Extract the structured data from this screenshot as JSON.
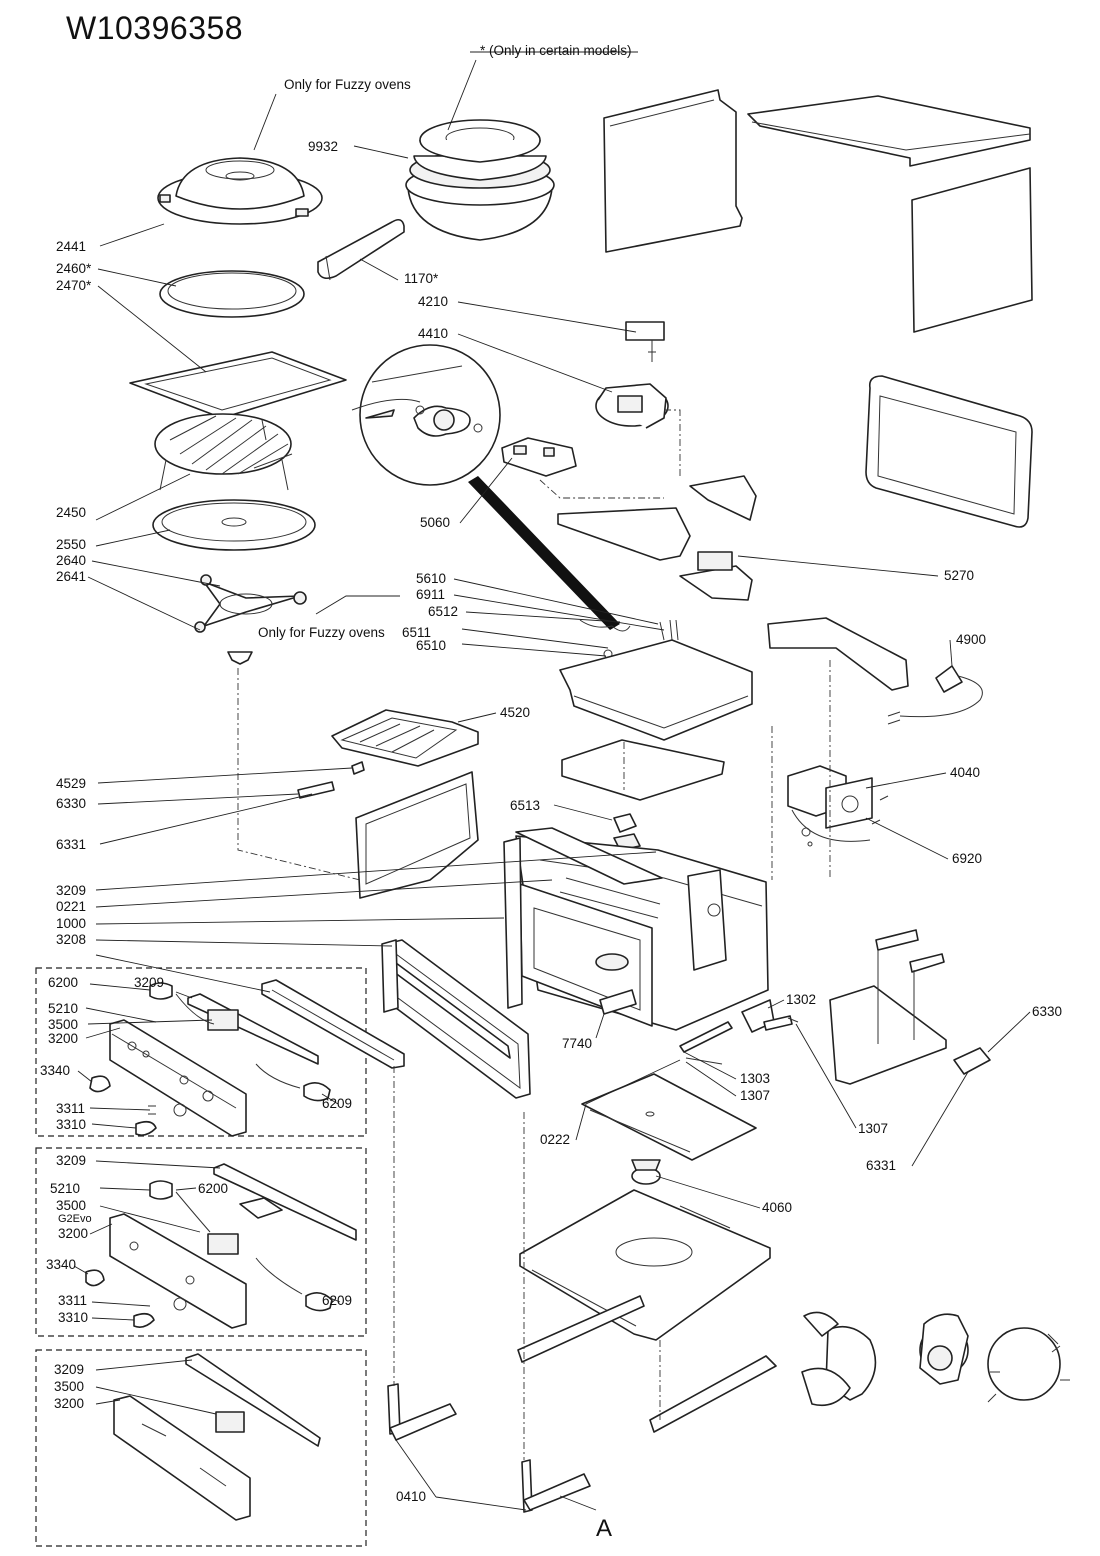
{
  "document_id": "W10396358",
  "notes": {
    "certain_models": "* (Only in certain models)",
    "fuzzy_top": "Only for Fuzzy ovens",
    "fuzzy_mid": "Only for Fuzzy ovens"
  },
  "callouts": {
    "c2441": "2441",
    "c2460": "2460*",
    "c2470": "2470*",
    "c9932": "9932",
    "c1170": "1170*",
    "c4210": "4210",
    "c4410": "4410",
    "c2450": "2450",
    "c5060": "5060",
    "c2550": "2550",
    "c2640": "2640",
    "c2641": "2641",
    "c5270": "5270",
    "c5610": "5610",
    "c6911": "6911",
    "c6512": "6512",
    "c6511": "6511",
    "c6510": "6510",
    "c4900": "4900",
    "c4520": "4520",
    "c4529": "4529",
    "c6330a": "6330",
    "c4040": "4040",
    "c6513": "6513",
    "c6331a": "6331",
    "c6920": "6920",
    "c3209a": "3209",
    "c0221": "0221",
    "c1000": "1000",
    "c3208": "3208",
    "c6200a": "6200",
    "c3209b": "3209",
    "c1302": "1302",
    "c5210a": "5210",
    "c3500a": "3500",
    "c3200a": "3200",
    "c6330b": "6330",
    "c7740": "7740",
    "c3340a": "3340",
    "c1303": "1303",
    "c6209a": "6209",
    "c3311a": "3311",
    "c1307a": "1307",
    "c3310a": "3310",
    "c1307b": "1307",
    "c0222": "0222",
    "c6331b": "6331",
    "c3209c": "3209",
    "c5210b": "5210",
    "c6200b": "6200",
    "c4060": "4060",
    "c3500b": "3500",
    "g2evo": "G2Evo",
    "c3200b": "3200",
    "c3340b": "3340",
    "c6209b": "6209",
    "c3311b": "3311",
    "c3310b": "3310",
    "c3209d": "3209",
    "c3500c": "3500",
    "c3200c": "3200",
    "c0410": "0410",
    "view_a": "A"
  }
}
